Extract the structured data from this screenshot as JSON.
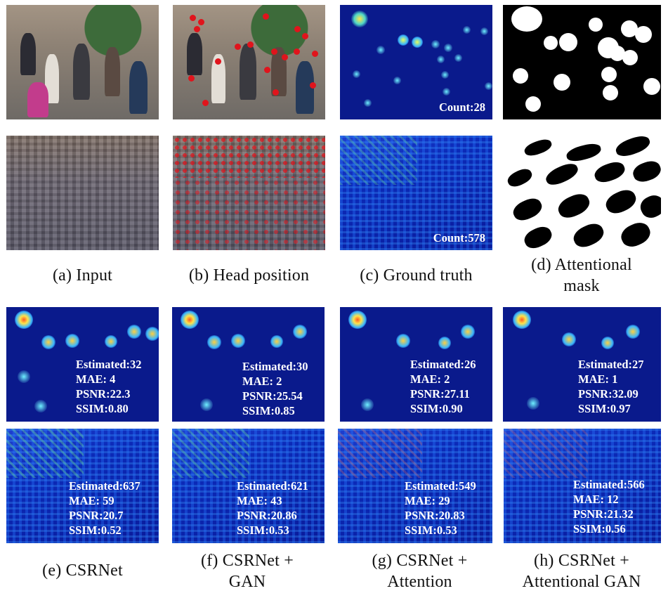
{
  "figure": {
    "rows": {
      "sparse": {
        "ground_truth_count": "Count:28"
      },
      "dense": {
        "ground_truth_count": "Count:578"
      }
    },
    "captions": {
      "a": "(a) Input",
      "b": "(b) Head position",
      "c": "(c) Ground truth",
      "d": "(d) Attentional mask",
      "e": "(e) CSRNet",
      "f": "(f) CSRNet + GAN",
      "g": "(g) CSRNet + Attention",
      "h": "(h) CSRNet + Attentional GAN"
    },
    "results": {
      "sparse": [
        {
          "estimated": "Estimated:32",
          "mae": "MAE: 4",
          "psnr": "PSNR:22.3",
          "ssim": "SSIM:0.80"
        },
        {
          "estimated": "Estimated:30",
          "mae": "MAE: 2",
          "psnr": "PSNR:25.54",
          "ssim": "SSIM:0.85"
        },
        {
          "estimated": "Estimated:26",
          "mae": "MAE: 2",
          "psnr": "PSNR:27.11",
          "ssim": "SSIM:0.90"
        },
        {
          "estimated": "Estimated:27",
          "mae": "MAE: 1",
          "psnr": "PSNR:32.09",
          "ssim": "SSIM:0.97"
        }
      ],
      "dense": [
        {
          "estimated": "Estimated:637",
          "mae": "MAE: 59",
          "psnr": "PSNR:20.7",
          "ssim": "SSIM:0.52"
        },
        {
          "estimated": "Estimated:621",
          "mae": "MAE: 43",
          "psnr": "PSNR:20.86",
          "ssim": "SSIM:0.53"
        },
        {
          "estimated": "Estimated:549",
          "mae": "MAE: 29",
          "psnr": "PSNR:20.83",
          "ssim": "SSIM:0.53"
        },
        {
          "estimated": "Estimated:566",
          "mae": "MAE: 12",
          "psnr": "PSNR:21.32",
          "ssim": "SSIM:0.56"
        }
      ]
    },
    "colors": {
      "head_marker": "#e0141c",
      "density_background": "#0a1a8c",
      "mask_foreground": "#ffffff",
      "mask_background": "#000000"
    }
  }
}
